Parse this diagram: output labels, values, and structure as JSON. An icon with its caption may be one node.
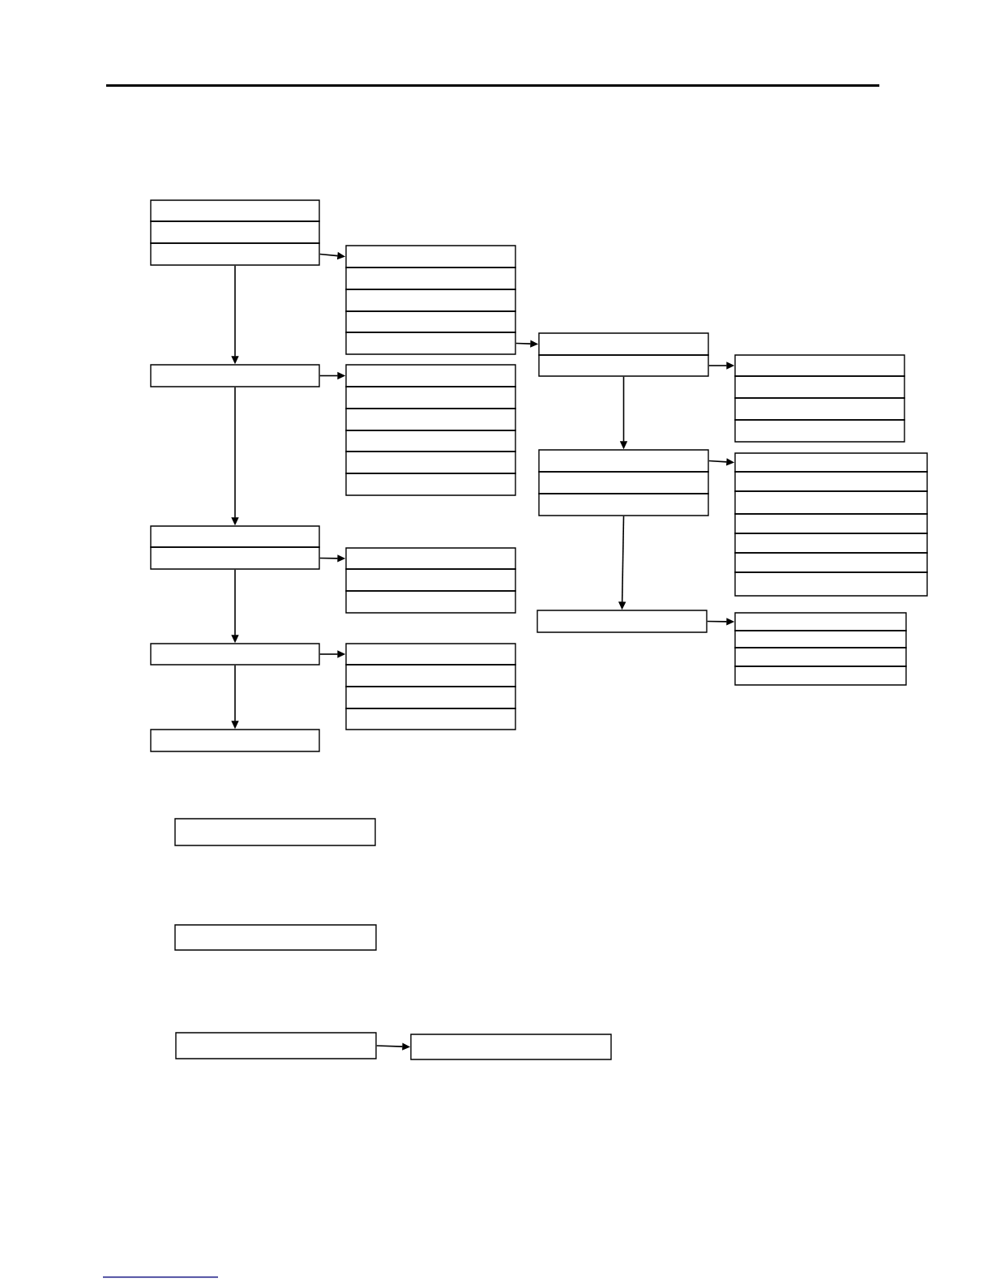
{
  "diagram": {
    "nodes": [
      {
        "text": [],
        "shape": "box"
      },
      {
        "text": [],
        "shape": "box"
      },
      {
        "text": [],
        "shape": "box"
      },
      {
        "text": [],
        "shape": "box"
      },
      {
        "text": [],
        "shape": "box"
      },
      {
        "text": [],
        "shape": "box"
      },
      {
        "text": [],
        "shape": "box"
      },
      {
        "text": [],
        "shape": "box"
      },
      {
        "text": [],
        "shape": "box"
      },
      {
        "text": [],
        "shape": "box"
      },
      {
        "text": [],
        "shape": "box"
      },
      {
        "text": [],
        "shape": "box"
      },
      {
        "text": [],
        "shape": "box"
      },
      {
        "text": [],
        "shape": "box"
      },
      {
        "text": [],
        "shape": "box"
      },
      {
        "text": [],
        "shape": "box"
      },
      {
        "text": [],
        "shape": "box"
      },
      {
        "text": [],
        "shape": "box"
      },
      {
        "text": [],
        "shape": "box"
      },
      {
        "text": [],
        "shape": "box"
      },
      {
        "text": [],
        "shape": "box"
      },
      {
        "text": [],
        "shape": "box"
      },
      {
        "text": [],
        "shape": "box"
      },
      {
        "text": [],
        "shape": "box"
      },
      {
        "text": [],
        "shape": "box"
      },
      {
        "text": [],
        "shape": "box"
      },
      {
        "text": [],
        "shape": "box"
      },
      {
        "text": [],
        "shape": "box"
      },
      {
        "text": [],
        "shape": "box"
      },
      {
        "text": [],
        "shape": "box"
      },
      {
        "text": [],
        "shape": "box"
      },
      {
        "text": [],
        "shape": "box"
      },
      {
        "text": [],
        "shape": "box"
      },
      {
        "text": [],
        "shape": "box"
      },
      {
        "text": [],
        "shape": "box"
      },
      {
        "text": [],
        "shape": "box"
      },
      {
        "text": [],
        "shape": "box"
      },
      {
        "text": [],
        "shape": "box"
      },
      {
        "text": [],
        "shape": "box"
      },
      {
        "text": [],
        "shape": "box"
      },
      {
        "text": [],
        "shape": "box"
      },
      {
        "text": [],
        "shape": "box"
      },
      {
        "text": [],
        "shape": "box"
      },
      {
        "text": [],
        "shape": "box"
      },
      {
        "text": [],
        "shape": "box"
      },
      {
        "text": [],
        "shape": "box"
      },
      {
        "text": [],
        "shape": "box"
      },
      {
        "text": [],
        "shape": "box"
      },
      {
        "text": [],
        "shape": "box"
      },
      {
        "text": [],
        "shape": "box"
      },
      {
        "text": [],
        "shape": "box"
      }
    ],
    "edges": [
      {
        "from": 2,
        "to": 3,
        "arrow": "to"
      },
      {
        "from": 2,
        "to": 11,
        "arrow": "to"
      },
      {
        "from": 7,
        "to": 8,
        "arrow": "to"
      },
      {
        "from": 11,
        "to": 12,
        "arrow": "to"
      },
      {
        "from": 11,
        "to": 28,
        "arrow": "to"
      },
      {
        "from": 9,
        "to": 10,
        "arrow": "to"
      },
      {
        "from": 9,
        "to": 19,
        "arrow": "to"
      },
      {
        "from": 19,
        "to": 21,
        "arrow": "to"
      },
      {
        "from": 26,
        "to": 36,
        "arrow": "to"
      },
      {
        "from": 36,
        "to": 37,
        "arrow": "to"
      },
      {
        "from": 30,
        "to": 31,
        "arrow": "to"
      },
      {
        "from": 30,
        "to": 39,
        "arrow": "to"
      },
      {
        "from": 39,
        "to": 40,
        "arrow": "to"
      },
      {
        "from": 39,
        "to": 46,
        "arrow": "to"
      },
      {
        "from": 49,
        "to": 50,
        "arrow": "to"
      }
    ]
  }
}
